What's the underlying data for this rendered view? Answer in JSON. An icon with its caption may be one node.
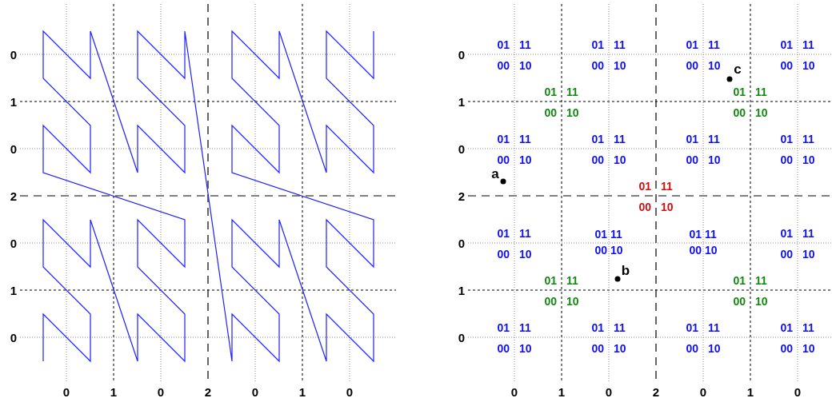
{
  "diagram": {
    "labels": [
      "0",
      "1",
      "0",
      "2",
      "0",
      "1",
      "0",
      "0",
      "1",
      "0",
      "2",
      "0",
      "1",
      "0",
      "0",
      "1",
      "0",
      "2",
      "0",
      "1",
      "0",
      "01",
      "11",
      "00",
      "10",
      "01",
      "11",
      "00",
      "10",
      "01",
      "11",
      "00",
      "10",
      "01",
      "11",
      "00",
      "10",
      "c",
      "01",
      "11",
      "00",
      "10",
      "01",
      "11",
      "00",
      "10",
      "01",
      "11",
      "00",
      "10",
      "01",
      "11",
      "00",
      "10",
      "01",
      "11",
      "00",
      "10",
      "01",
      "11",
      "00",
      "10",
      "a",
      "01",
      "11",
      "00",
      "10",
      "01",
      "11",
      "00",
      "10",
      "01",
      "11",
      "00",
      "10",
      "01",
      "11",
      "00",
      "10",
      "01",
      "11",
      "00",
      "10",
      "b",
      "01",
      "11",
      "00",
      "10",
      "01",
      "11",
      "00",
      "10",
      "01",
      "11",
      "00",
      "10",
      "01",
      "11",
      "00",
      "10",
      "01",
      "11",
      "00",
      "10",
      "01",
      "11",
      "00",
      "10",
      "0",
      "1",
      "0",
      "2",
      "0",
      "1",
      "0"
    ]
  }
}
